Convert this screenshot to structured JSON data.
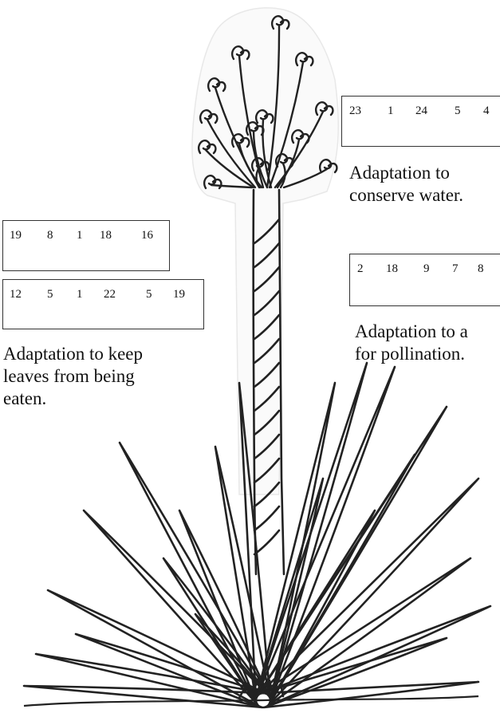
{
  "clues": {
    "water": {
      "codes": [
        "23",
        "1",
        "24",
        "5",
        "4"
      ],
      "caption_lines": [
        "Adaptation to",
        "conserve water."
      ]
    },
    "pollination": {
      "codes": [
        "2",
        "18",
        "9",
        "7",
        "8"
      ],
      "caption_lines": [
        "Adaptation to a",
        "for pollination."
      ]
    },
    "leaves": {
      "codes_row1": [
        "19",
        "8",
        "1",
        "18",
        "16"
      ],
      "codes_row2": [
        "12",
        "5",
        "1",
        "22",
        "5",
        "19"
      ],
      "caption_lines": [
        "Adaptation to keep",
        "leaves from being",
        "eaten."
      ]
    }
  },
  "drawing": {
    "subject": "yucca plant",
    "ink_color": "#222222",
    "paper_color": "#ffffff"
  }
}
